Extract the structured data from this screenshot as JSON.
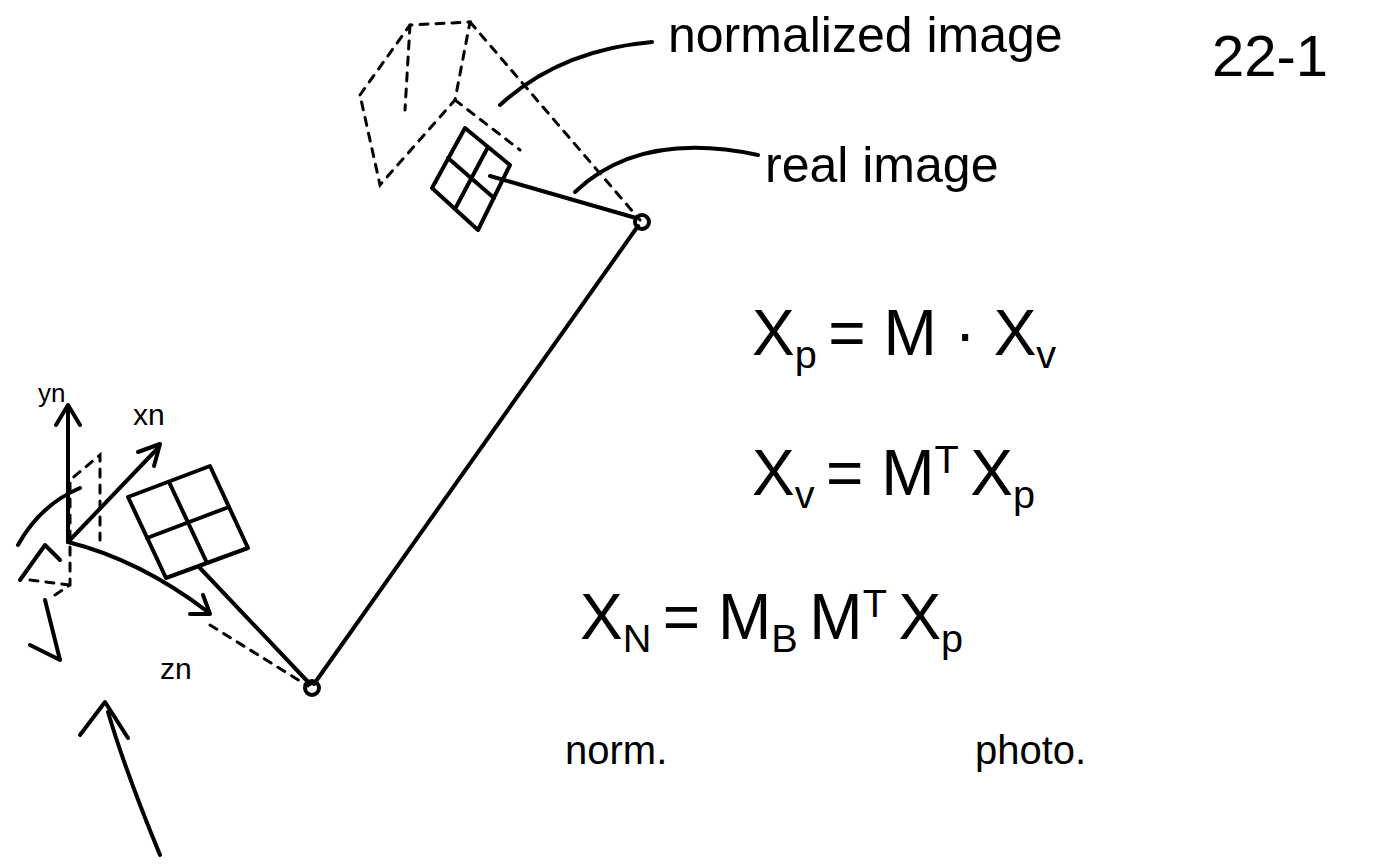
{
  "diagram": {
    "labels": [
      "22-1",
      "normalized image",
      "real image",
      "X",
      "p",
      "= M · X",
      "v",
      "X",
      "v",
      "= M",
      "T",
      "X",
      "p",
      "X",
      "N",
      "= M",
      "B",
      "M",
      "T",
      "X",
      "p",
      "norm.",
      "photo.",
      "yn",
      "xn",
      "zn"
    ]
  }
}
